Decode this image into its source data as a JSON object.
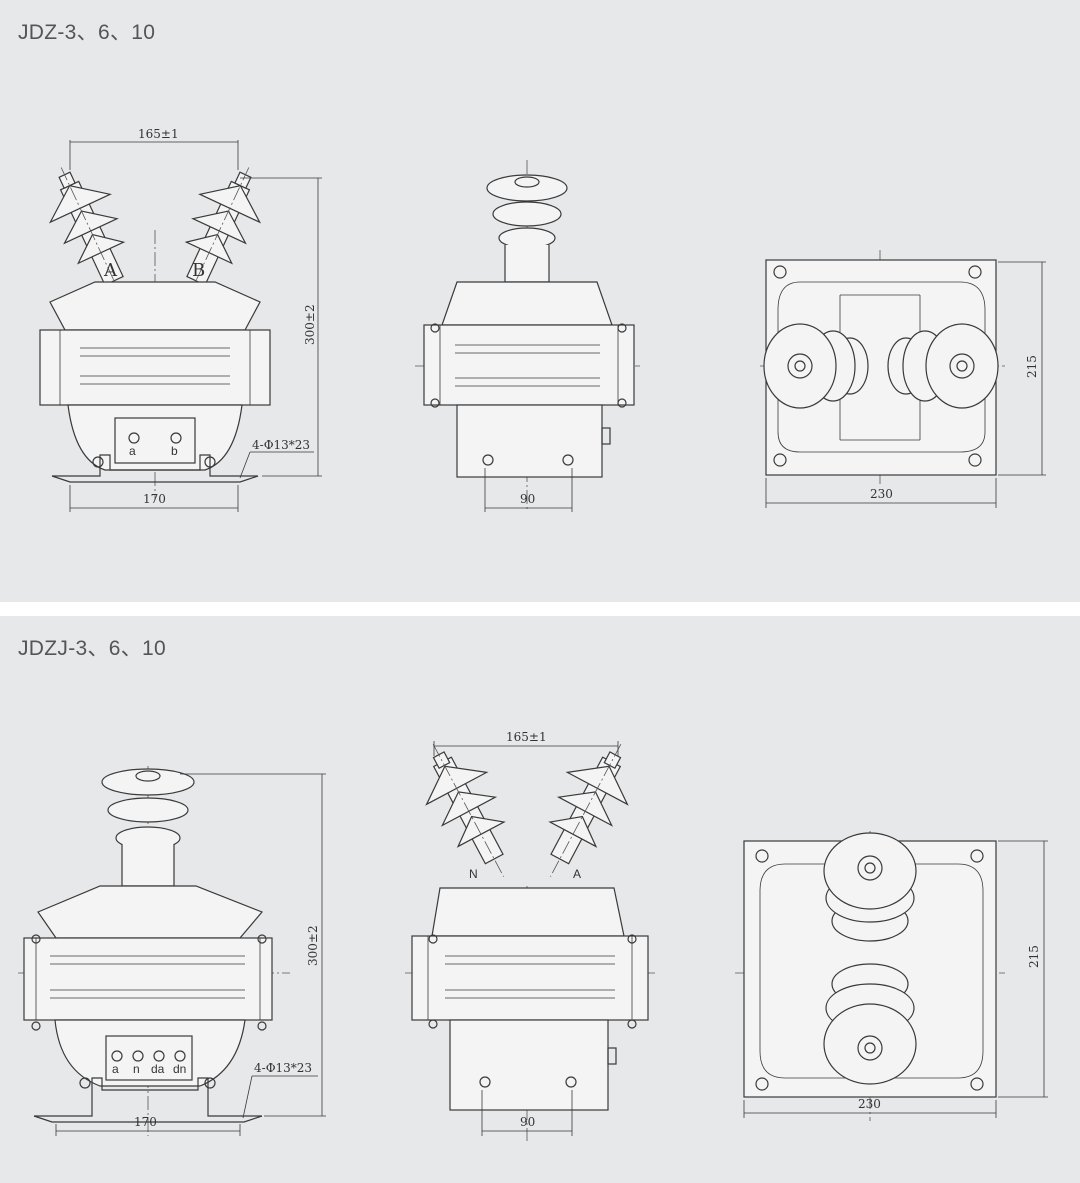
{
  "panels": [
    {
      "title": "JDZ-3、6、10",
      "dims": {
        "terminal_spacing": "165±1",
        "height": "300±2",
        "mount_holes": "4-Φ13*23",
        "base_width": "170",
        "side_base": "90",
        "plan_width": "230",
        "plan_depth": "215"
      },
      "labels": {
        "phase_a": "A",
        "phase_b": "B",
        "term_a": "a",
        "term_b": "b"
      }
    },
    {
      "title": "JDZJ-3、6、10",
      "dims": {
        "terminal_spacing": "165±1",
        "height": "300±2",
        "mount_holes": "4-Φ13*23",
        "base_width": "170",
        "side_base": "90",
        "plan_width": "230",
        "plan_depth": "215"
      },
      "labels": {
        "phase_n": "N",
        "phase_a": "A",
        "term_a": "a",
        "term_n": "n",
        "term_da": "da",
        "term_dn": "dn"
      }
    }
  ]
}
